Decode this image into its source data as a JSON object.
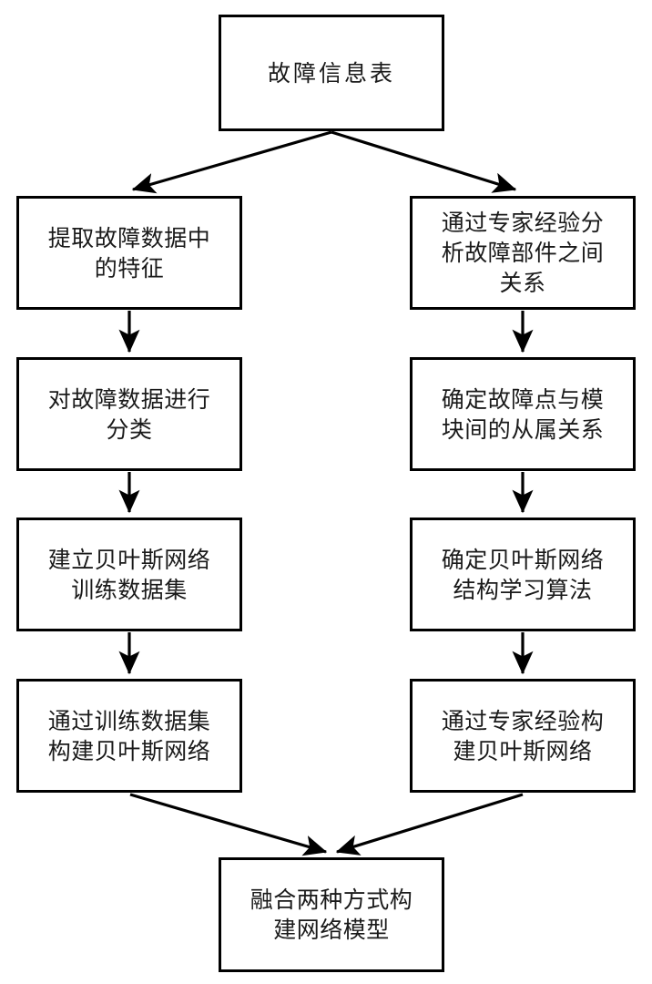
{
  "diagram": {
    "title": "故障信息表",
    "type": "flowchart",
    "orientation": "top-down",
    "colors": {
      "box_border": "#000000",
      "box_fill": "#ffffff",
      "text": "#1a1a1a",
      "connector": "#000000",
      "canvas": "#ffffff"
    },
    "nodes": {
      "root": {
        "id": "root",
        "label": "故障信息表",
        "role": "data-source"
      },
      "left_column": [
        {
          "id": "l1",
          "label": "提取故障数据中\n的特征"
        },
        {
          "id": "l2",
          "label": "对故障数据进行\n分类"
        },
        {
          "id": "l3",
          "label": "建立贝叶斯网络\n训练数据集"
        },
        {
          "id": "l4",
          "label": "通过训练数据集\n构建贝叶斯网络"
        }
      ],
      "right_column": [
        {
          "id": "r1",
          "label": "通过专家经验分\n析故障部件之间\n关系"
        },
        {
          "id": "r2",
          "label": "确定故障点与模\n块间的从属关系"
        },
        {
          "id": "r3",
          "label": "确定贝叶斯网络\n结构学习算法"
        },
        {
          "id": "r4",
          "label": "通过专家经验构\n建贝叶斯网络"
        }
      ],
      "merge": {
        "id": "merge",
        "label": "融合两种方式构\n建网络模型",
        "role": "result"
      }
    },
    "edges": [
      {
        "from": "root",
        "to": "l1",
        "style": "diagonal-arrow"
      },
      {
        "from": "root",
        "to": "r1",
        "style": "diagonal-arrow"
      },
      {
        "from": "l1",
        "to": "l2",
        "style": "vertical-arrow"
      },
      {
        "from": "l2",
        "to": "l3",
        "style": "vertical-arrow"
      },
      {
        "from": "l3",
        "to": "l4",
        "style": "vertical-arrow"
      },
      {
        "from": "r1",
        "to": "r2",
        "style": "vertical-arrow"
      },
      {
        "from": "r2",
        "to": "r3",
        "style": "vertical-arrow"
      },
      {
        "from": "r3",
        "to": "r4",
        "style": "vertical-arrow"
      },
      {
        "from": "l4",
        "to": "merge",
        "style": "diagonal-arrow"
      },
      {
        "from": "r4",
        "to": "merge",
        "style": "diagonal-arrow"
      }
    ]
  }
}
